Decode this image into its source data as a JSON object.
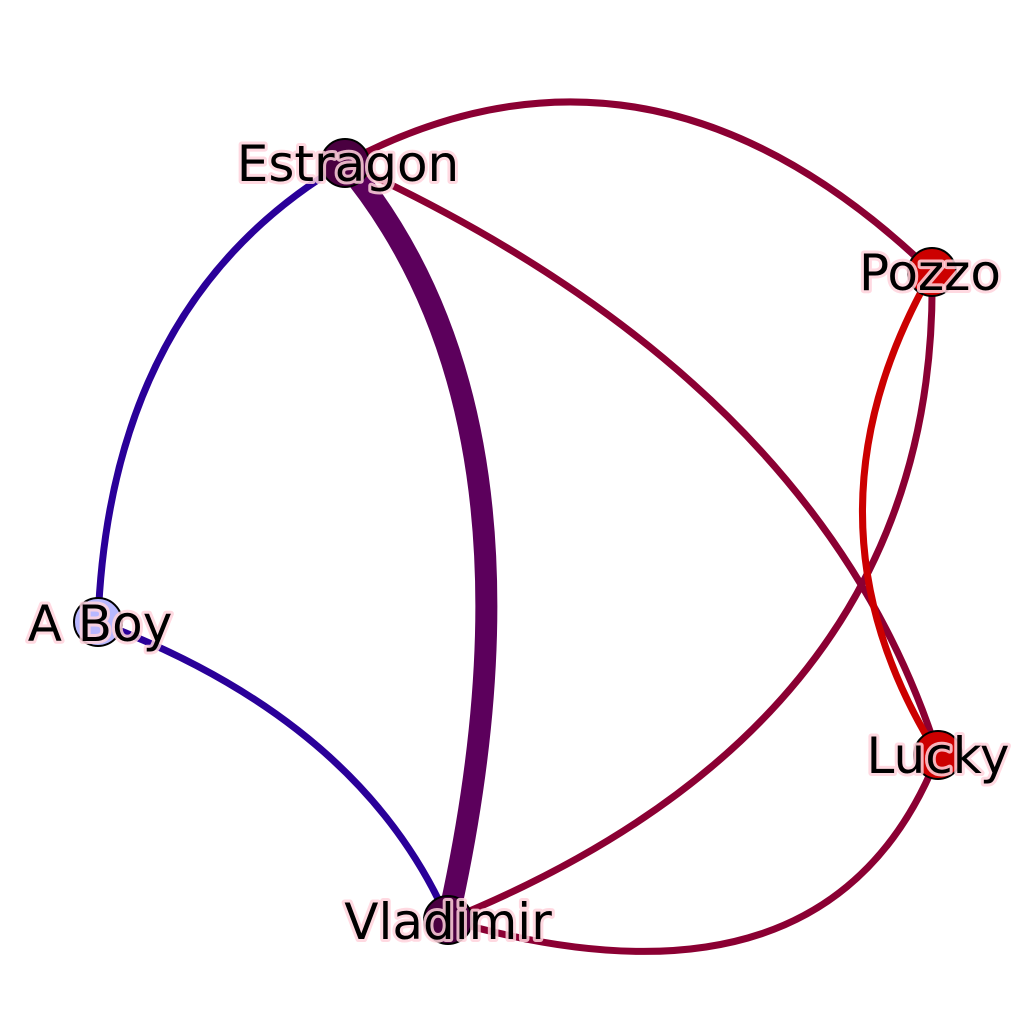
{
  "nodes": [
    {
      "id": "estragon",
      "label": "Estragon",
      "color": "#4a0040"
    },
    {
      "id": "pozzo",
      "label": "Pozzo",
      "color": "#cc0000"
    },
    {
      "id": "lucky",
      "label": "Lucky",
      "color": "#cc0000"
    },
    {
      "id": "vladimir",
      "label": "Vladimir",
      "color": "#4a0040"
    },
    {
      "id": "aboy",
      "label": "A Boy",
      "color": "#b8b8ff"
    }
  ],
  "edges": [
    {
      "source": "estragon",
      "target": "vladimir",
      "weight": 4,
      "color": "#5c005c"
    },
    {
      "source": "estragon",
      "target": "aboy",
      "weight": 1,
      "color": "#2a0099"
    },
    {
      "source": "aboy",
      "target": "vladimir",
      "weight": 1,
      "color": "#2a0099"
    },
    {
      "source": "estragon",
      "target": "pozzo",
      "weight": 1,
      "color": "#8b0033"
    },
    {
      "source": "estragon",
      "target": "lucky",
      "weight": 1,
      "color": "#8b0033"
    },
    {
      "source": "pozzo",
      "target": "vladimir",
      "weight": 1,
      "color": "#8b0033"
    },
    {
      "source": "pozzo",
      "target": "lucky",
      "weight": 1,
      "color": "#cc0000"
    },
    {
      "source": "vladimir",
      "target": "lucky",
      "weight": 1,
      "color": "#8b0033"
    }
  ]
}
